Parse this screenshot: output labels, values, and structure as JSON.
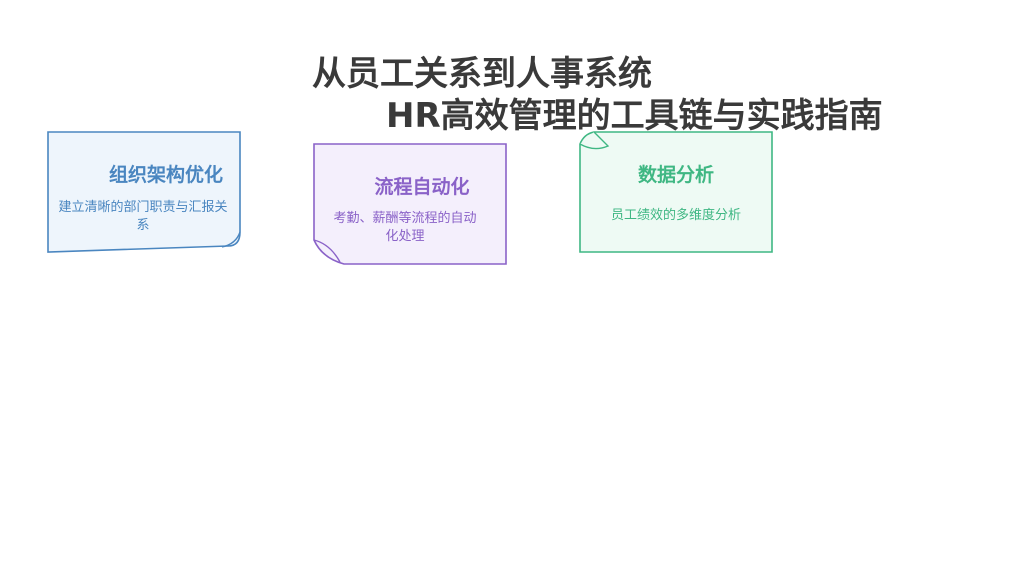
{
  "title": {
    "line1": "从员工关系到人事系统",
    "line2": "HR高效管理的工具链与实践指南"
  },
  "cards": [
    {
      "heading": "组织架构优化",
      "body": "建立清晰的部门职责与汇报关系",
      "color": "#4a86c0",
      "fill": "#eef5fc"
    },
    {
      "heading": "流程自动化",
      "body": "考勤、薪酬等流程的自动化处理",
      "color": "#8a62c8",
      "fill": "#f4effc"
    },
    {
      "heading": "数据分析",
      "body": "员工绩效的多维度分析",
      "color": "#3fb783",
      "fill": "#eefaf4"
    }
  ]
}
